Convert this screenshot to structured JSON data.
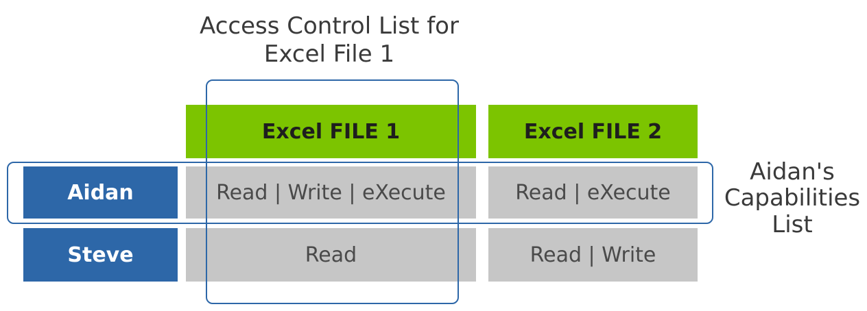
{
  "acl_caption": [
    "Access Control List for",
    "Excel File 1"
  ],
  "capabilities_caption": [
    "Aidan's",
    "Capabilities",
    "List"
  ],
  "columns": [
    "Excel FILE 1",
    "Excel FILE 2"
  ],
  "rows": [
    {
      "user": "Aidan",
      "permissions": [
        "Read | Write | eXecute",
        "Read | eXecute"
      ]
    },
    {
      "user": "Steve",
      "permissions": [
        "Read",
        "Read | Write"
      ]
    }
  ],
  "colors": {
    "header_green": "#7cc400",
    "user_blue": "#2d67a8",
    "permission_gray": "#c6c6c6",
    "outline_blue": "#2d67a8"
  }
}
